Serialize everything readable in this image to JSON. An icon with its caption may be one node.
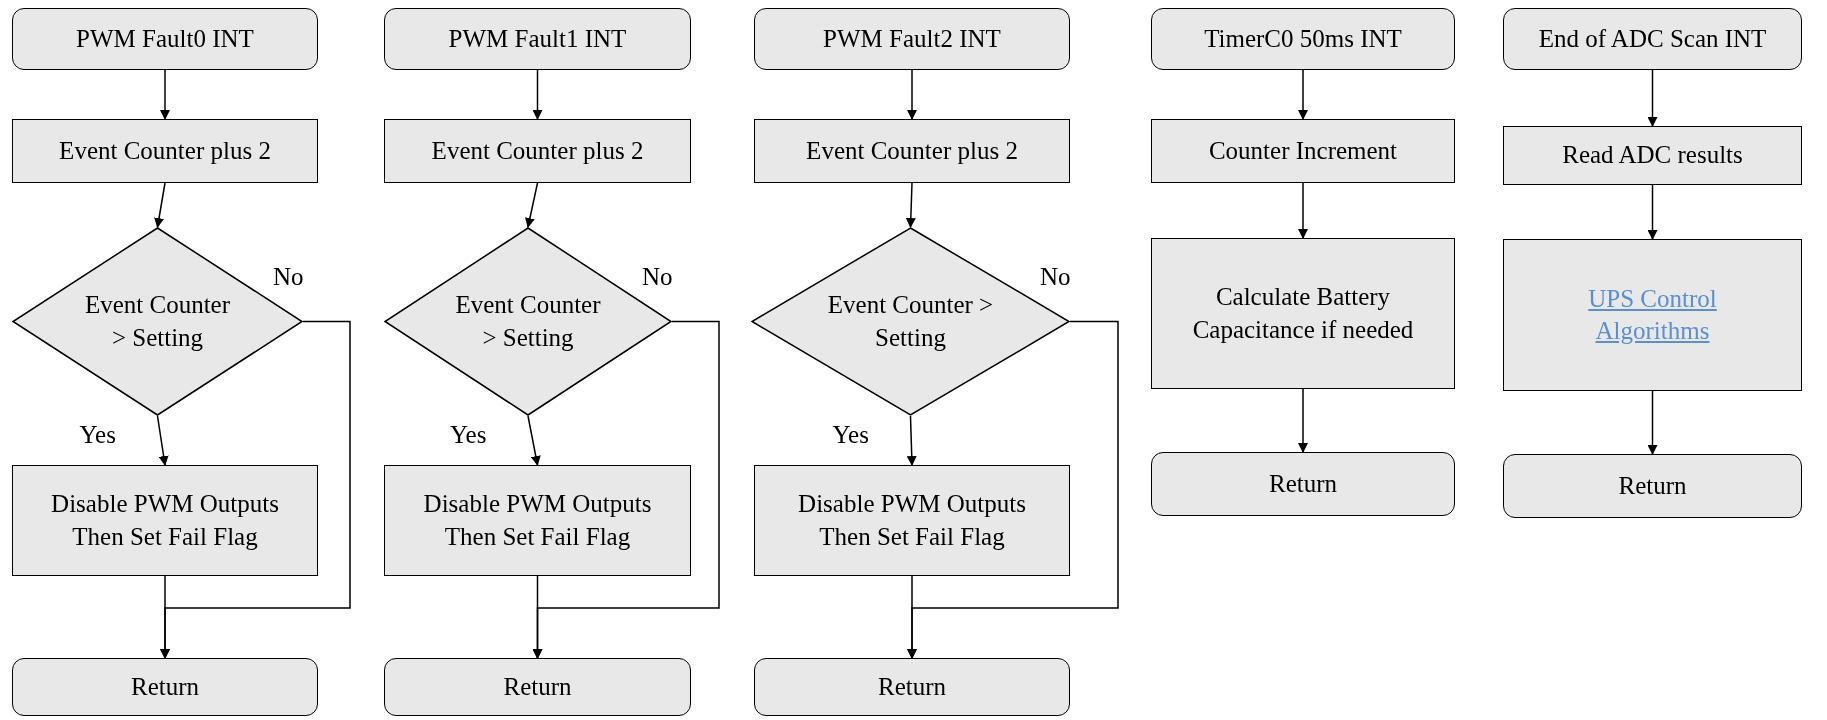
{
  "diagram": {
    "nodes": [
      {
        "text": [
          "PWM Fault0 INT"
        ]
      },
      {
        "text": [
          "Event Counter plus 2"
        ]
      },
      {
        "text": [
          "Event Counter > Setting"
        ]
      },
      {
        "text": [
          "Disable PWM Outputs Then Set Fail Flag"
        ]
      },
      {
        "text": [
          "Return"
        ]
      },
      {
        "text": [
          "PWM Fault1 INT"
        ]
      },
      {
        "text": [
          "Event Counter plus 2"
        ]
      },
      {
        "text": [
          "Event Counter > Setting"
        ]
      },
      {
        "text": [
          "Disable PWM Outputs Then Set Fail Flag"
        ]
      },
      {
        "text": [
          "Return"
        ]
      },
      {
        "text": [
          "PWM Fault2 INT"
        ]
      },
      {
        "text": [
          "Event Counter plus 2"
        ]
      },
      {
        "text": [
          "Event Counter > Setting"
        ]
      },
      {
        "text": [
          "Disable PWM Outputs Then Set Fail Flag"
        ]
      },
      {
        "text": [
          "Return"
        ]
      },
      {
        "text": [
          "TimerC0 50ms INT"
        ]
      },
      {
        "text": [
          "Counter Increment"
        ]
      },
      {
        "text": [
          "Calculate Battery Capacitance if needed"
        ]
      },
      {
        "text": [
          "Return"
        ]
      },
      {
        "text": [
          "End of ADC Scan INT"
        ]
      },
      {
        "text": [
          "Read ADC results"
        ]
      },
      {
        "text": [
          "UPS Control Algorithms"
        ]
      },
      {
        "text": [
          "Return"
        ]
      }
    ],
    "edges": [
      {
        "from": 0,
        "to": 1,
        "arrow": "to"
      },
      {
        "from": 1,
        "to": 2,
        "arrow": "to"
      },
      {
        "from": 2,
        "to": 3,
        "arrow": "to",
        "label": "Yes"
      },
      {
        "from": 3,
        "to": 4,
        "arrow": "to"
      },
      {
        "from": 2,
        "to": 4,
        "arrow": "to",
        "label": "No"
      },
      {
        "from": 5,
        "to": 6,
        "arrow": "to"
      },
      {
        "from": 6,
        "to": 7,
        "arrow": "to"
      },
      {
        "from": 7,
        "to": 8,
        "arrow": "to",
        "label": "Yes"
      },
      {
        "from": 8,
        "to": 9,
        "arrow": "to"
      },
      {
        "from": 7,
        "to": 9,
        "arrow": "to",
        "label": "No"
      },
      {
        "from": 10,
        "to": 11,
        "arrow": "to"
      },
      {
        "from": 11,
        "to": 12,
        "arrow": "to"
      },
      {
        "from": 12,
        "to": 13,
        "arrow": "to",
        "label": "Yes"
      },
      {
        "from": 13,
        "to": 14,
        "arrow": "to"
      },
      {
        "from": 12,
        "to": 14,
        "arrow": "to",
        "label": "No"
      },
      {
        "from": 15,
        "to": 16,
        "arrow": "to"
      },
      {
        "from": 16,
        "to": 17,
        "arrow": "to"
      },
      {
        "from": 17,
        "to": 18,
        "arrow": "to"
      },
      {
        "from": 19,
        "to": 20,
        "arrow": "to"
      },
      {
        "from": 20,
        "to": 21,
        "arrow": "to"
      },
      {
        "from": 21,
        "to": 22,
        "arrow": "to"
      }
    ]
  }
}
